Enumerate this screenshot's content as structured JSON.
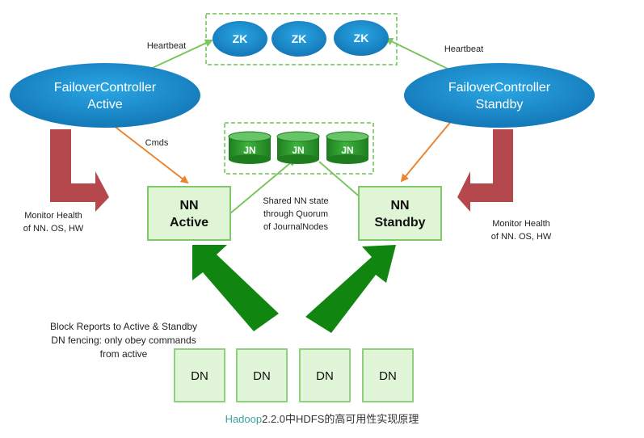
{
  "colors": {
    "zk_fill": "#1f8fcf",
    "fc_fill": "#1f8fcf",
    "jn_fill": "#2e9b2e",
    "nn_fill": "#dff5d6",
    "nn_border": "#7dc96b",
    "dn_fill": "#e1f6d8",
    "dn_border": "#8fd17f",
    "thick_arrow": "#108510",
    "red_arrow": "#b5484c",
    "green_line": "#7cc660",
    "orange_line": "#ec8430",
    "dashed_border": "#8fd17f",
    "caption_accent": "#3aa39a"
  },
  "zk_nodes": [
    "ZK",
    "ZK",
    "ZK"
  ],
  "journal_nodes": [
    "JN",
    "JN",
    "JN"
  ],
  "failover_active": {
    "line1": "FailoverController",
    "line2": "Active"
  },
  "failover_standby": {
    "line1": "FailoverController",
    "line2": "Standby"
  },
  "nn_active": {
    "line1": "NN",
    "line2": "Active"
  },
  "nn_standby": {
    "line1": "NN",
    "line2": "Standby"
  },
  "data_nodes": [
    "DN",
    "DN",
    "DN",
    "DN"
  ],
  "labels": {
    "heartbeat_left": "Heartbeat",
    "heartbeat_right": "Heartbeat",
    "cmds": "Cmds",
    "monitor_left": [
      "Monitor Health",
      "of NN. OS, HW"
    ],
    "monitor_right": [
      "Monitor Health",
      "of NN. OS, HW"
    ],
    "shared_state": [
      "Shared NN state",
      "through Quorum",
      "of JournalNodes"
    ],
    "block_reports": [
      "Block Reports to Active & Standby",
      "DN fencing: only obey commands",
      "from active"
    ]
  },
  "caption": {
    "accent": "Hadoop",
    "rest": "2.2.0中HDFS的高可用性实现原理"
  }
}
